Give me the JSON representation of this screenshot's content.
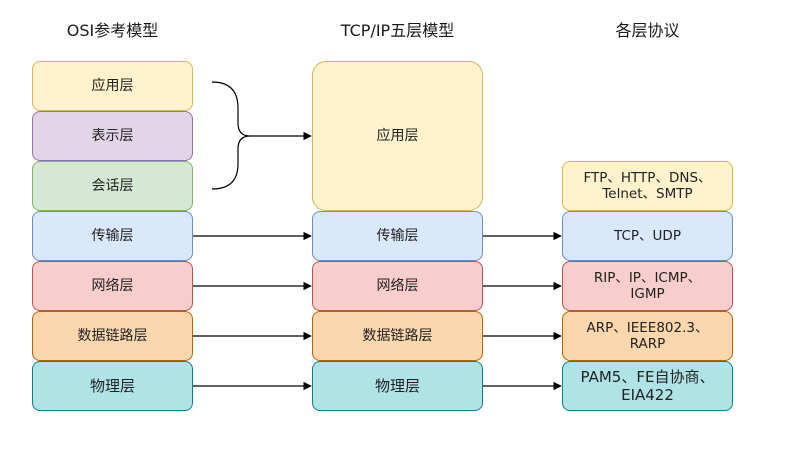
{
  "headers": {
    "osi": "OSI参考模型",
    "tcpip": "TCP/IP五层模型",
    "protocols": "各层协议"
  },
  "osi_layers": [
    {
      "label": "应用层"
    },
    {
      "label": "表示层"
    },
    {
      "label": "会话层"
    },
    {
      "label": "传输层"
    },
    {
      "label": "网络层"
    },
    {
      "label": "数据链路层"
    },
    {
      "label": "物理层"
    }
  ],
  "tcpip_layers": [
    {
      "label": "应用层"
    },
    {
      "label": "传输层"
    },
    {
      "label": "网络层"
    },
    {
      "label": "数据链路层"
    },
    {
      "label": "物理层"
    }
  ],
  "protocols": [
    {
      "line1": "FTP、HTTP、DNS、",
      "line2": "Telnet、SMTP"
    },
    {
      "line1": "TCP、UDP",
      "line2": ""
    },
    {
      "line1": "RIP、IP、ICMP、",
      "line2": "IGMP"
    },
    {
      "line1": "ARP、IEEE802.3、",
      "line2": "RARP"
    },
    {
      "line1": "PAM5、FE自协商、",
      "line2": "EIA422"
    }
  ],
  "colors": {
    "application_fill": "#fff2cc",
    "application_stroke": "#d6b656",
    "presentation_fill": "#e1d5e7",
    "presentation_stroke": "#9673a6",
    "session_fill": "#d5e8d4",
    "session_stroke": "#82b366",
    "transport_fill": "#dae8fc",
    "transport_stroke": "#6c8ebf",
    "network_fill": "#f8cecc",
    "network_stroke": "#b85450",
    "datalink_fill": "#fad7ac",
    "datalink_stroke": "#b46504",
    "physical_fill": "#b0e3e6",
    "physical_stroke": "#0e8088",
    "edge": "#000000"
  }
}
